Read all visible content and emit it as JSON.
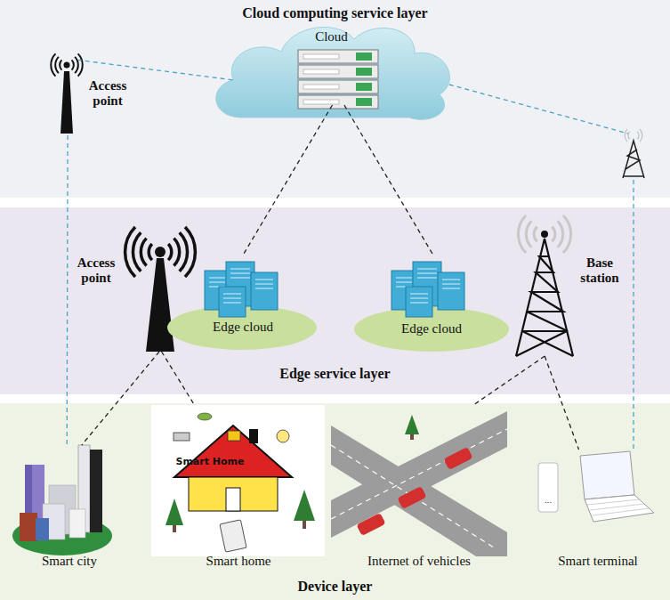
{
  "diagram": {
    "nodes": [
      {
        "text": [
          "Cloud computing service layer"
        ]
      },
      {
        "text": [
          "Cloud"
        ],
        "in": 0
      },
      {
        "text": [
          "Access point"
        ],
        "in": 0
      },
      {
        "text": [
          "Edge service layer"
        ]
      },
      {
        "text": [
          "Access point"
        ],
        "in": 3
      },
      {
        "text": [
          "Edge cloud"
        ],
        "in": 3
      },
      {
        "text": [
          "Edge cloud"
        ],
        "in": 3
      },
      {
        "text": [
          "Base station"
        ],
        "in": 3
      },
      {
        "text": [
          "Device layer"
        ]
      },
      {
        "text": [
          "Smart city"
        ],
        "in": 8
      },
      {
        "text": [
          "Smart Home",
          "Smart home"
        ],
        "in": 8
      },
      {
        "text": [
          "Internet of vehicles"
        ],
        "in": 8
      },
      {
        "text": [
          "Smart terminal"
        ],
        "in": 8
      }
    ],
    "edges": [
      {
        "from": 1,
        "to": 2,
        "arrow": "none"
      },
      {
        "from": 2,
        "to": 9,
        "arrow": "none"
      },
      {
        "from": 1,
        "to": 5,
        "arrow": "none"
      },
      {
        "from": 1,
        "to": 6,
        "arrow": "none"
      },
      {
        "from": 4,
        "to": 9,
        "arrow": "none"
      },
      {
        "from": 4,
        "to": 10,
        "arrow": "none"
      },
      {
        "from": 7,
        "to": 11,
        "arrow": "none"
      },
      {
        "from": 7,
        "to": 12,
        "arrow": "none"
      }
    ],
    "labels": [
      "..."
    ]
  }
}
